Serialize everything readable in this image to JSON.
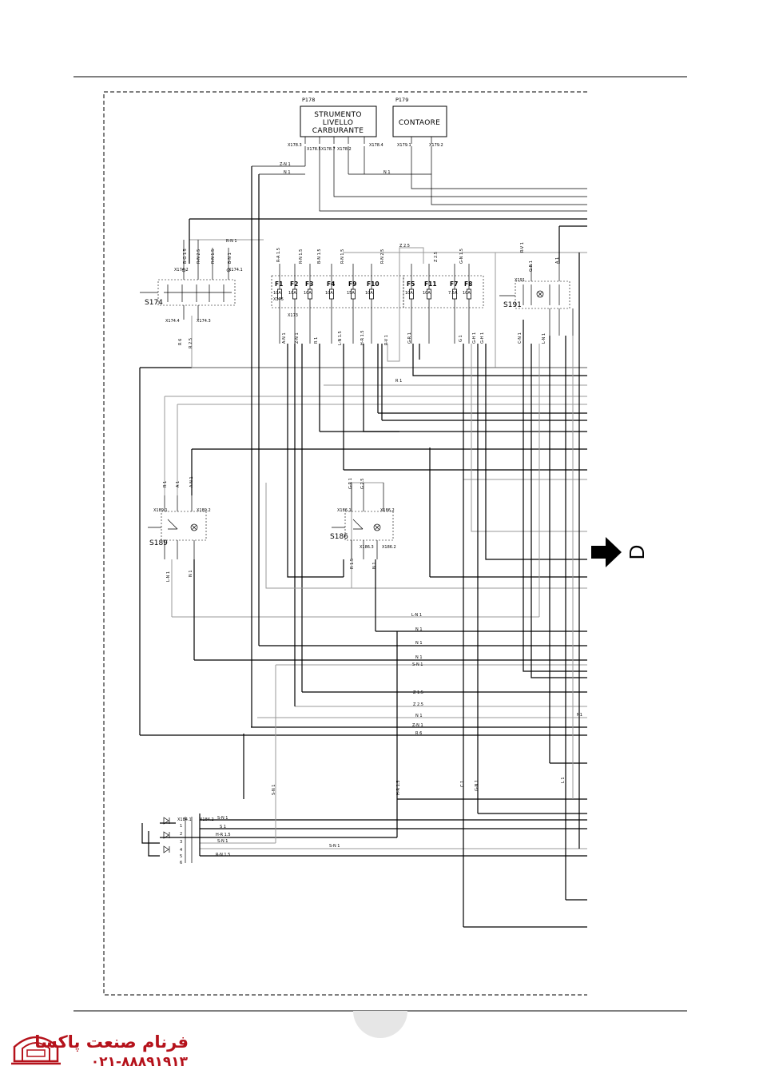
{
  "instruments": {
    "p178": {
      "ref": "P178",
      "lines": [
        "STRUMENTO",
        "LIVELLO",
        "CARBURANTE"
      ],
      "pins": [
        "X178.3",
        "X178.5",
        "X178.7",
        "X178.2",
        "X178.4"
      ]
    },
    "p179": {
      "ref": "P179",
      "lines": [
        "CONTAORE"
      ],
      "pins": [
        "X179.1",
        "X179.2"
      ]
    }
  },
  "top_wires": [
    "Z-N 1",
    "N 1",
    "N 1"
  ],
  "fuses": [
    {
      "name": "F1",
      "rating": "10A"
    },
    {
      "name": "F2",
      "rating": "10A"
    },
    {
      "name": "F3",
      "rating": "10A"
    },
    {
      "name": "F4",
      "rating": "10A"
    },
    {
      "name": "F9",
      "rating": "15A"
    },
    {
      "name": "F10",
      "rating": "10A"
    },
    {
      "name": "F5",
      "rating": "10A"
    },
    {
      "name": "F11",
      "rating": "10A"
    },
    {
      "name": "F7",
      "rating": "7.5A"
    },
    {
      "name": "F8",
      "rating": "10A"
    }
  ],
  "fuse_top_wires": [
    "R-A 1.5",
    "R-N 1.5",
    "B-N 1.5",
    "R-N 1.5",
    "R-N 2.5",
    "Z 2.5",
    "Z 2.5",
    "G-N 1.5",
    "R-V 1",
    "G-R 1",
    "A 1"
  ],
  "fuse_bottom_wires": [
    "A-N 1",
    "Z-N 1",
    "R 1",
    "L-N 1.5",
    "H-R 1.5",
    "R-V 1",
    "G-R 1",
    "G 1",
    "G-H 1",
    "G-H 1",
    "C-N 1",
    "L-N 1"
  ],
  "connectors": [
    "X175",
    "X173",
    "X191",
    "X174.2",
    "X174.1",
    "X174.4",
    "X174.3",
    "X189.1",
    "X189.2",
    "X186.1",
    "X186.2",
    "X186.3",
    "X186.2",
    "X184.1",
    "X184.2"
  ],
  "components": {
    "s174": "S174",
    "s191": "S191",
    "s189": "S189",
    "s186": "S186"
  },
  "left_wires": [
    "B-G 1.5",
    "R-N 2.5",
    "R-N 1.5",
    "B-N 1",
    "R-N 1",
    "R 6",
    "R 2.5"
  ],
  "mid_wires": [
    "R 1",
    "A 1",
    "A-N 1",
    "R 1",
    "G-R 1",
    "G 2.5",
    "L-N 1",
    "N 1",
    "R 1.5",
    "N 1"
  ],
  "bus_labels": [
    "L-N 1",
    "N 1",
    "N 1",
    "N 1",
    "S-N 1",
    "Z 1.5",
    "Z 2.5",
    "N 1",
    "Z-N 1",
    "R 6",
    "N1"
  ],
  "vertical_labels": [
    "S-N 1",
    "H-R 1.5",
    "C 1",
    "G-N 1",
    "L 1"
  ],
  "bottom_wires": [
    "S-N 1",
    "S 1",
    "H-R 1.5",
    "S-N 1",
    "S-N 1",
    "R-N 1.5"
  ],
  "bottom_conn": [
    "X184.1",
    "X184.2"
  ],
  "bottom_pins": [
    "1",
    "2",
    "3",
    "4",
    "5",
    "6"
  ],
  "continuation": {
    "letter": "D"
  },
  "footer": {
    "brand_name": "فرنام صنعت پاکسا",
    "phone": "۰۲۱-۸۸۸۹۱۹۱۳"
  }
}
